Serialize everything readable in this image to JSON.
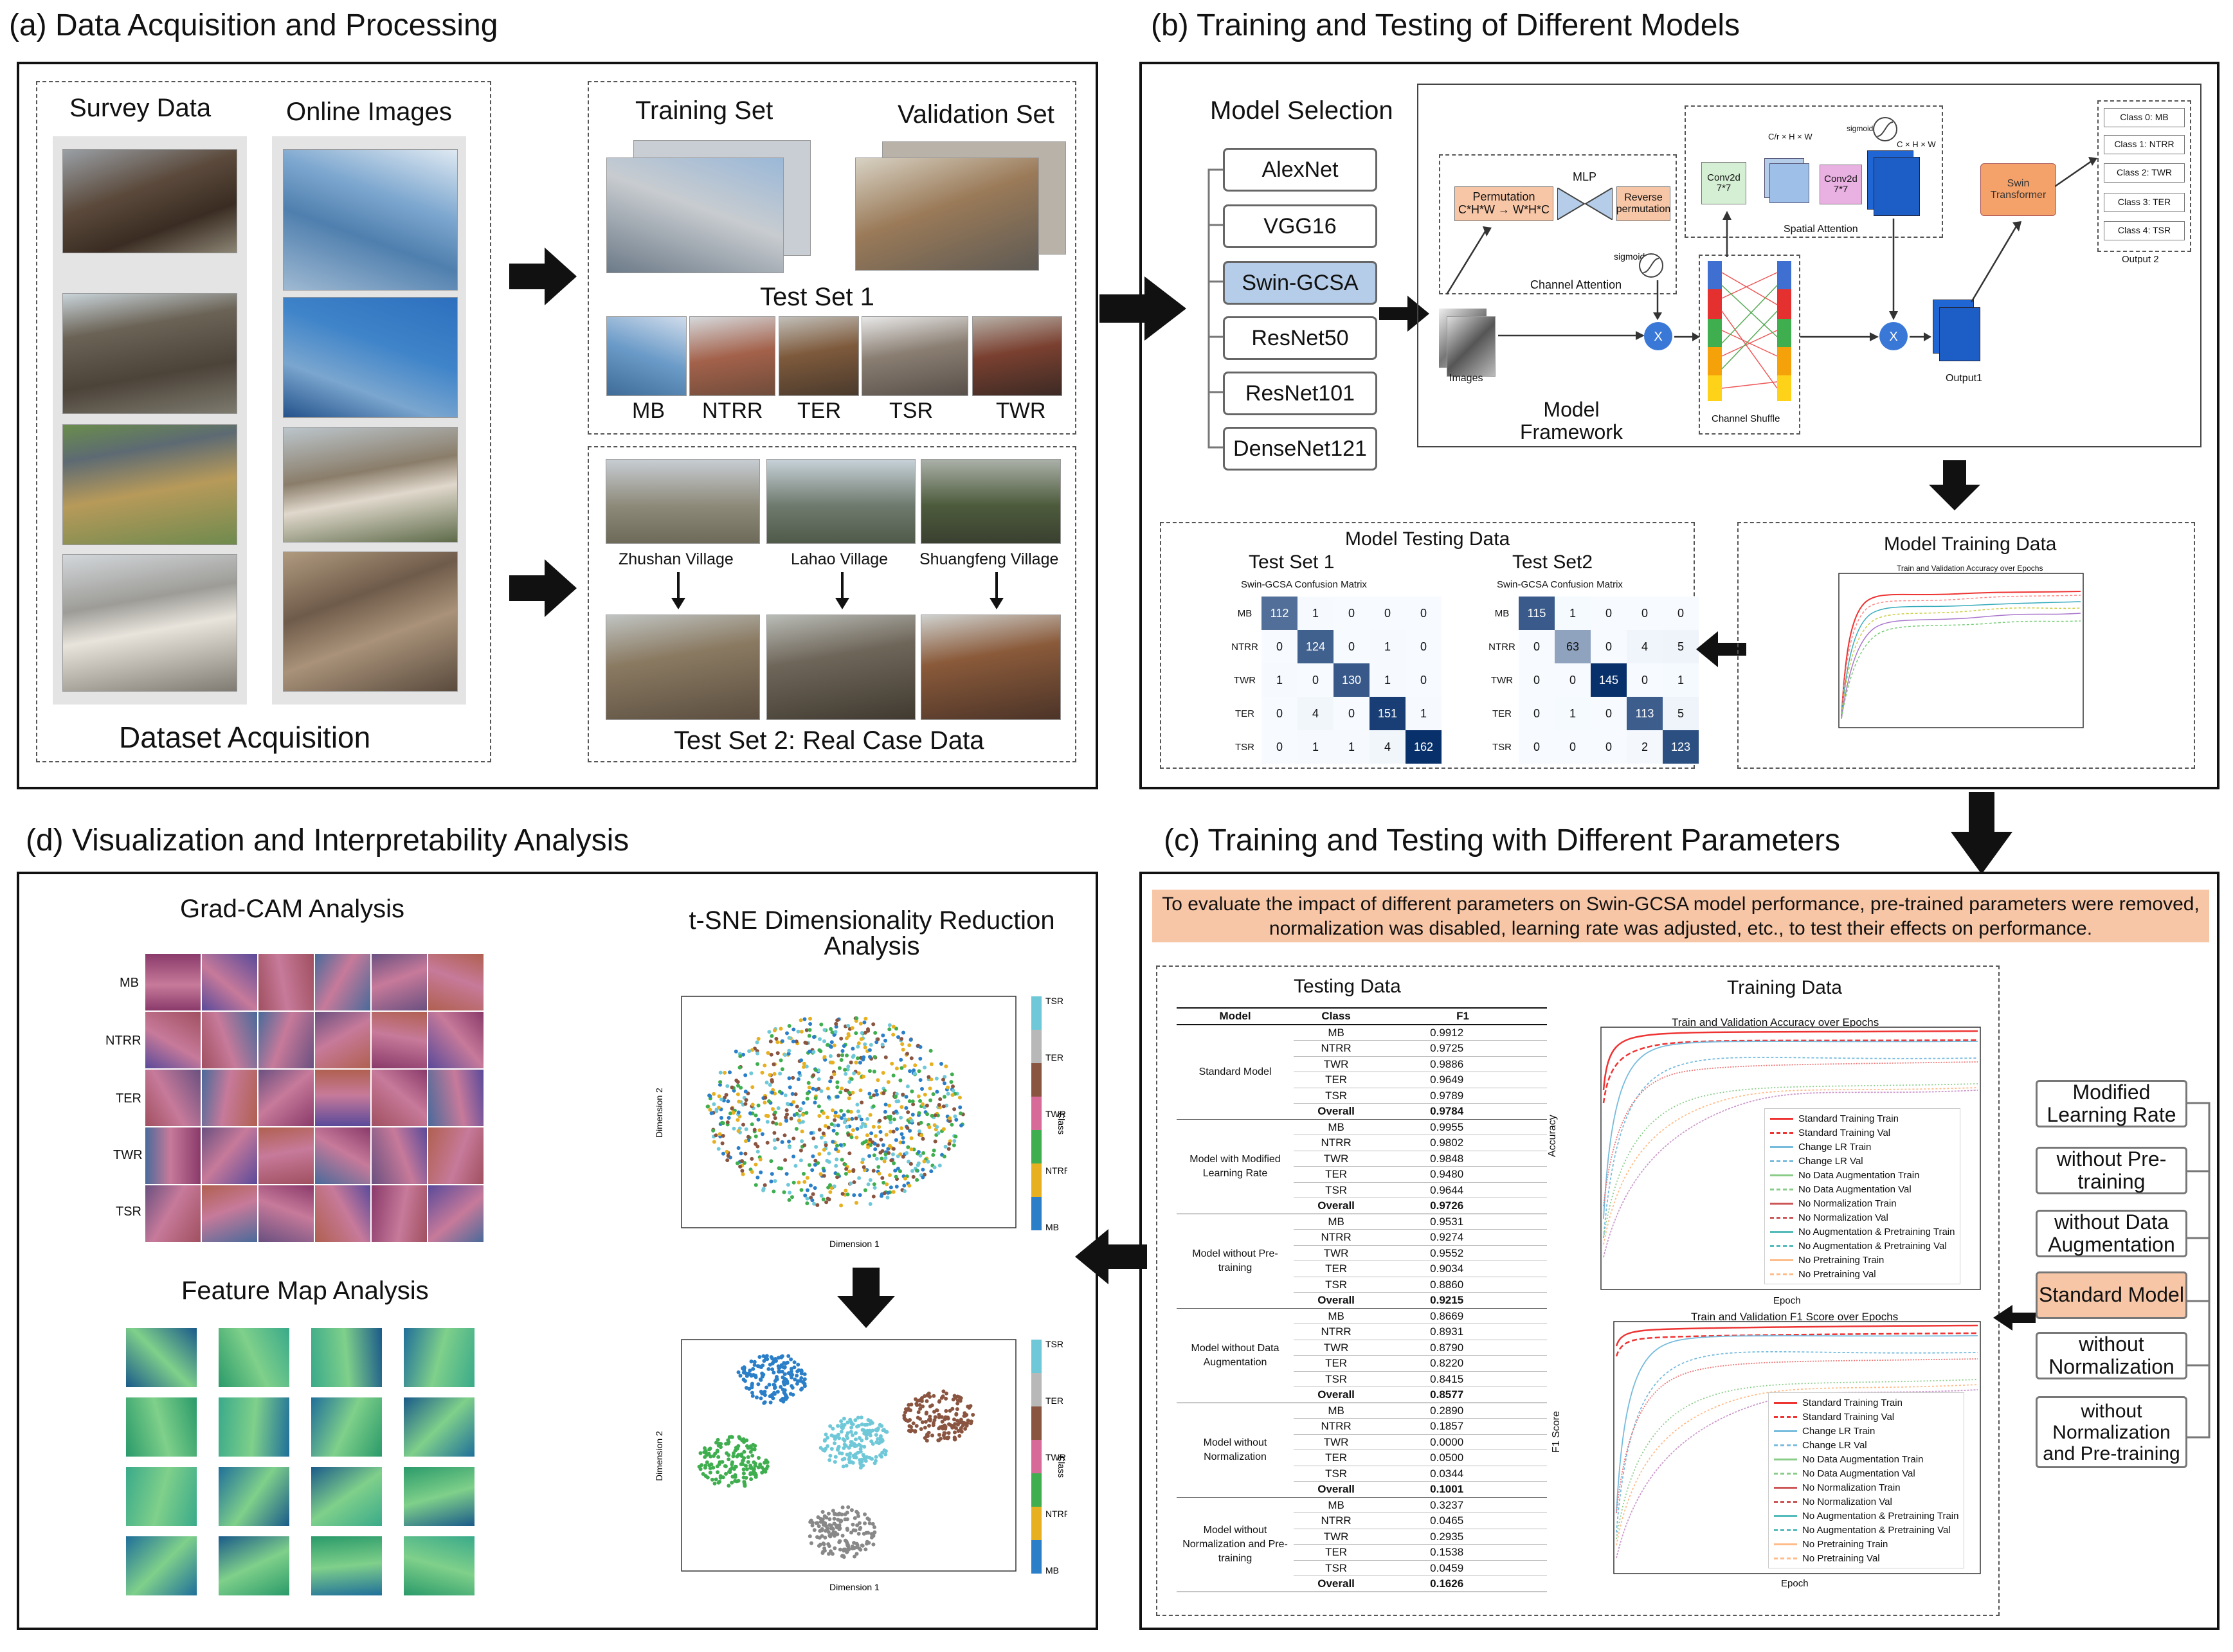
{
  "sections": {
    "a": "(a) Data Acquisition and Processing",
    "b": "(b) Training and Testing of Different Models",
    "c": "(c) Training and Testing with Different Parameters",
    "d": "(d) Visualization and Interpretability Analysis"
  },
  "panel_a": {
    "survey_data": "Survey Data",
    "online_images": "Online Images",
    "dataset_acquisition": "Dataset Acquisition",
    "training_set": "Training Set",
    "validation_set": "Validation Set",
    "test_set_1": "Test Set 1",
    "classes": [
      "MB",
      "NTRR",
      "TER",
      "TSR",
      "TWR"
    ],
    "villages": [
      "Zhushan Village",
      "Lahao Village",
      "Shuangfeng Village"
    ],
    "test_set_2": "Test Set 2: Real Case Data"
  },
  "panel_b": {
    "model_selection": "Model Selection",
    "models": [
      "AlexNet",
      "VGG16",
      "Swin-GCSA",
      "ResNet50",
      "ResNet101",
      "DenseNet121"
    ],
    "framework": {
      "permutation": "Permutation C*H*W → W*H*C",
      "mlp": "MLP",
      "reverse_permutation": "Reverse permutation",
      "sigmoid": "sigmoid",
      "channel_attention": "Channel Attention",
      "spatial_attention": "Spatial Attention",
      "conv2d": "Conv2d 7*7",
      "dims1": "C/r × H × W",
      "dims2": "C × H × W",
      "images": "Images",
      "channel_shuffle": "Channel Shuffle",
      "model_framework": "Model Framework",
      "output1": "Output1",
      "output2": "Output 2",
      "swin_transformer": "Swin Transformer",
      "x": "X",
      "out_classes": [
        "Class 0: MB",
        "Class 1: NTRR",
        "Class 2: TWR",
        "Class 3: TER",
        "Class 4: TSR"
      ]
    },
    "model_testing_data": "Model Testing Data",
    "test_set1": "Test Set 1",
    "test_set2": "Test Set2",
    "cm_title": "Swin-GCSA Confusion Matrix",
    "cm_rows": [
      "MB",
      "NTRR",
      "TWR",
      "TER",
      "TSR"
    ],
    "model_training_data": "Model Training Data",
    "train_chart_title": "Train and Validation Accuracy over Epochs"
  },
  "panel_c": {
    "description": "To evaluate the impact of different parameters on Swin-GCSA model performance, pre-trained parameters were removed, normalization was disabled, learning rate was adjusted, etc., to test their effects on performance.",
    "testing_data": "Testing Data",
    "training_data": "Training Data",
    "table_headers": [
      "Model",
      "Class",
      "F1"
    ],
    "groups": [
      {
        "model": "Standard Model",
        "rows": [
          [
            "MB",
            "0.9912"
          ],
          [
            "NTRR",
            "0.9725"
          ],
          [
            "TWR",
            "0.9886"
          ],
          [
            "TER",
            "0.9649"
          ],
          [
            "TSR",
            "0.9789"
          ],
          [
            "Overall",
            "0.9784"
          ]
        ]
      },
      {
        "model": "Model with Modified Learning Rate",
        "rows": [
          [
            "MB",
            "0.9955"
          ],
          [
            "NTRR",
            "0.9802"
          ],
          [
            "TWR",
            "0.9848"
          ],
          [
            "TER",
            "0.9480"
          ],
          [
            "TSR",
            "0.9644"
          ],
          [
            "Overall",
            "0.9726"
          ]
        ]
      },
      {
        "model": "Model without Pre-training",
        "rows": [
          [
            "MB",
            "0.9531"
          ],
          [
            "NTRR",
            "0.9274"
          ],
          [
            "TWR",
            "0.9552"
          ],
          [
            "TER",
            "0.9034"
          ],
          [
            "TSR",
            "0.8860"
          ],
          [
            "Overall",
            "0.9215"
          ]
        ]
      },
      {
        "model": "Model without Data Augmentation",
        "rows": [
          [
            "MB",
            "0.8669"
          ],
          [
            "NTRR",
            "0.8931"
          ],
          [
            "TWR",
            "0.8790"
          ],
          [
            "TER",
            "0.8220"
          ],
          [
            "TSR",
            "0.8415"
          ],
          [
            "Overall",
            "0.8577"
          ]
        ]
      },
      {
        "model": "Model without Normalization",
        "rows": [
          [
            "MB",
            "0.2890"
          ],
          [
            "NTRR",
            "0.1857"
          ],
          [
            "TWR",
            "0.0000"
          ],
          [
            "TER",
            "0.0500"
          ],
          [
            "TSR",
            "0.0344"
          ],
          [
            "Overall",
            "0.1001"
          ]
        ]
      },
      {
        "model": "Model without Normalization and Pre-training",
        "rows": [
          [
            "MB",
            "0.3237"
          ],
          [
            "NTRR",
            "0.0465"
          ],
          [
            "TWR",
            "0.2935"
          ],
          [
            "TER",
            "0.1538"
          ],
          [
            "TSR",
            "0.0459"
          ],
          [
            "Overall",
            "0.1626"
          ]
        ]
      }
    ],
    "chart1_title": "Train and Validation Accuracy over Epochs",
    "chart2_title": "Train and Validation F1 Score over Epochs",
    "chart1_ylabel": "Accuracy",
    "chart2_ylabel": "F1 Score",
    "xlabel": "Epoch",
    "legend": [
      "Standard Training Train",
      "Standard Training Val",
      "Change LR Train",
      "Change LR Val",
      "No Data Augmentation Train",
      "No Data Augmentation Val",
      "No Normalization Train",
      "No Normalization Val",
      "No Augmentation & Pretraining Train",
      "No Augmentation & Pretraining Val",
      "No Pretraining Train",
      "No Pretraining Val"
    ],
    "param_boxes": [
      "Modified Learning Rate",
      "without Pre-training",
      "without Data Augmentation",
      "Standard Model",
      "without Normalization",
      "without Normalization and Pre-training"
    ]
  },
  "panel_d": {
    "gradcam": "Grad-CAM Analysis",
    "gradcam_rows": [
      "MB",
      "NTRR",
      "TER",
      "TWR",
      "TSR"
    ],
    "feature_map": "Feature Map Analysis",
    "tsne_title": "t-SNE Dimensionality Reduction Analysis",
    "tsne_x": "Dimension 1",
    "tsne_y": "Dimension 2",
    "tsne_class": "Class",
    "tsne_classes": [
      "TSR",
      "TER",
      "TWR",
      "NTRR",
      "MB"
    ]
  },
  "colors": {
    "highlight": "#b5cde8",
    "param_desc_bg": "#f7c6a6",
    "standard_box": "#f7c6a6",
    "swin_box": "#f5a26a",
    "blue_node": "#3a78d8"
  }
}
